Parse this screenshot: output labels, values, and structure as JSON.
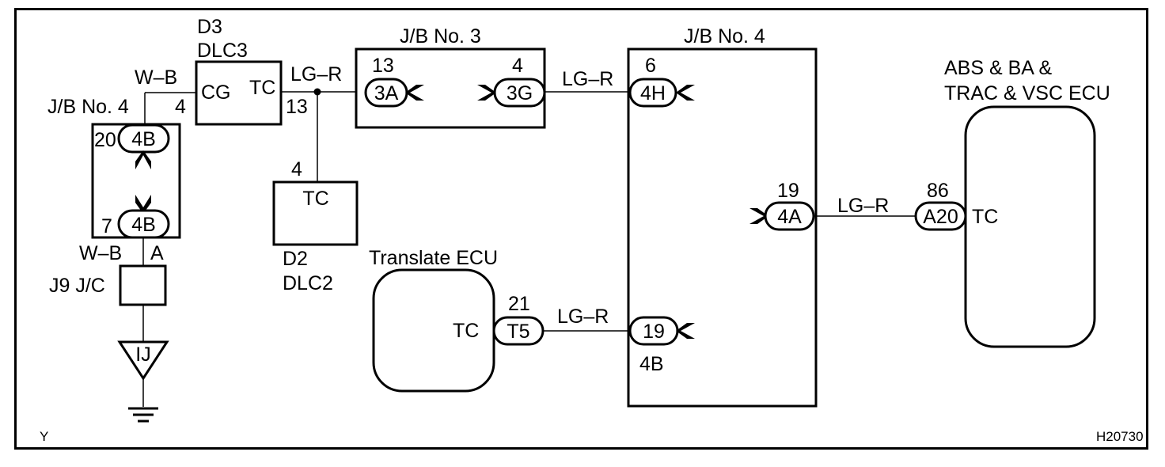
{
  "labels": {
    "d3_code": "D3",
    "d3_name": "DLC3",
    "dlc3_cg": "CG",
    "dlc3_tc": "TC",
    "wire_wb_top": "W–B",
    "dlc3_pin_cg": "4",
    "dlc3_pin_tc": "13",
    "wire_lgr_1": "LG–R",
    "jb4_left_title": "J/B No. 4",
    "pin_20": "20",
    "conn_4b_top": "4B",
    "pin_7": "7",
    "conn_4b_bottom": "4B",
    "wire_wb_bottom": "W–B",
    "j9_pin_a": "A",
    "j9_name": "J9 J/C",
    "ground_ij": "IJ",
    "dlc2_pin": "4",
    "dlc2_tc": "TC",
    "d2_code": "D2",
    "d2_name": "DLC2",
    "jb3_title": "J/B No. 3",
    "jb3_pin_13": "13",
    "conn_3a": "3A",
    "jb3_pin_4": "4",
    "conn_3g": "3G",
    "wire_lgr_2": "LG–R",
    "jb4_right_title": "J/B No. 4",
    "jb4_pin_6": "6",
    "conn_4h": "4H",
    "jb4_pin_19a": "19",
    "conn_4a": "4A",
    "conn_19": "19",
    "label_4b": "4B",
    "translate_ecu": "Translate ECU",
    "translate_tc": "TC",
    "translate_pin": "21",
    "conn_t5": "T5",
    "wire_lgr_3": "LG–R",
    "wire_lgr_4": "LG–R",
    "abs_title_1": "ABS & BA &",
    "abs_title_2": "TRAC & VSC ECU",
    "abs_pin": "86",
    "conn_a20": "A20",
    "abs_tc": "TC",
    "corner_y": "Y",
    "code_h20730": "H20730"
  }
}
